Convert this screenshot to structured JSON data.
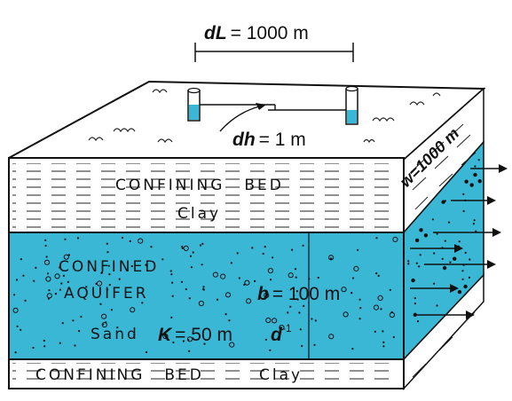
{
  "labels": {
    "dL_sym": "dL",
    "dL_val": "= 1000 m",
    "dh_sym": "dh",
    "dh_val": "= 1 m",
    "w": "w=1000 m",
    "upper_bed": "CONFINING",
    "upper_bed_word2": "BED",
    "upper_clay": "Clay",
    "aquifer_line1": "CONFINED",
    "aquifer_line2": "AQUIFER",
    "sand": "Sand",
    "b_sym": "b",
    "b_val": "= 100 m",
    "K_sym": "K",
    "K_val": "= 50 m",
    "d_sym": "d",
    "d_exp": "-1",
    "lower_bed": "CONFINING",
    "lower_bed_word2": "BED",
    "lower_clay": "Clay"
  },
  "colors": {
    "aquifer": "#3bb7d6",
    "clay": "#ffffff",
    "ink": "#111111",
    "well_water": "#3bb7d6"
  }
}
